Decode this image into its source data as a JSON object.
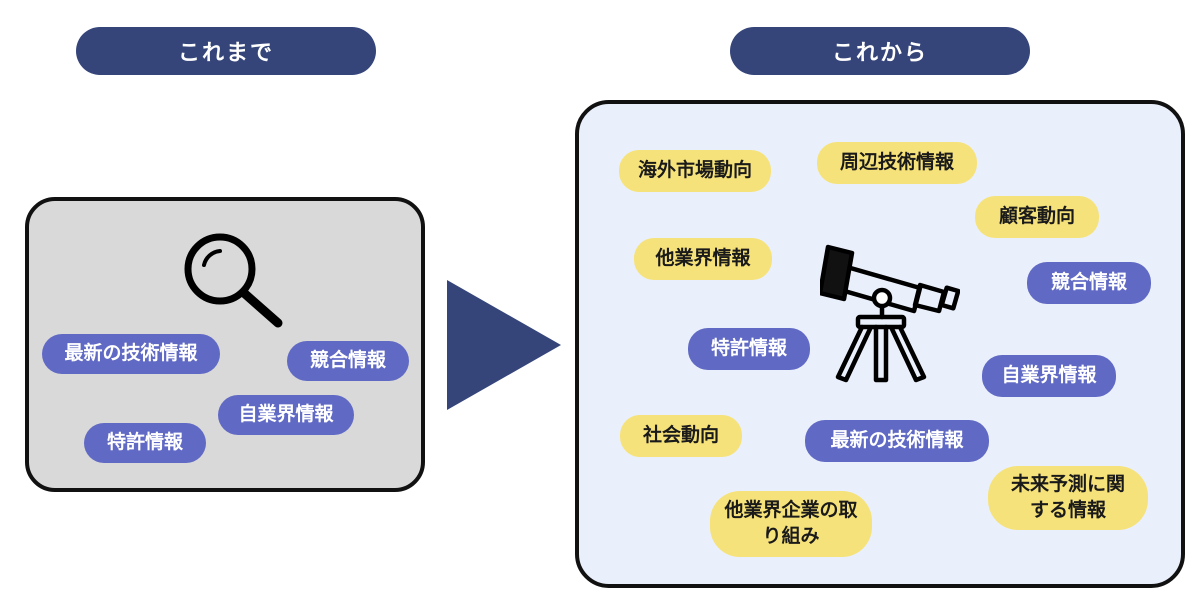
{
  "headers": {
    "before": "これまで",
    "after": "これから"
  },
  "panel_before": {
    "icon": "magnifier-icon",
    "tags": [
      "最新の技術情報",
      "競合情報",
      "自業界情報",
      "特許情報"
    ]
  },
  "panel_after": {
    "icon": "telescope-icon",
    "tags": [
      "海外市場動向",
      "周辺技術情報",
      "顧客動向",
      "他業界情報",
      "競合情報",
      "特許情報",
      "自業界情報",
      "社会動向",
      "最新の技術情報",
      "未来予測に関する情報",
      "他業界企業の取り組み"
    ]
  },
  "colors": {
    "header_bg": "#35457a",
    "tag_blue": "#6069c4",
    "tag_yellow": "#f6e27a",
    "panel_before_bg": "#d9d9d9",
    "panel_after_bg": "#eaf0fb",
    "arrow": "#35457a"
  }
}
